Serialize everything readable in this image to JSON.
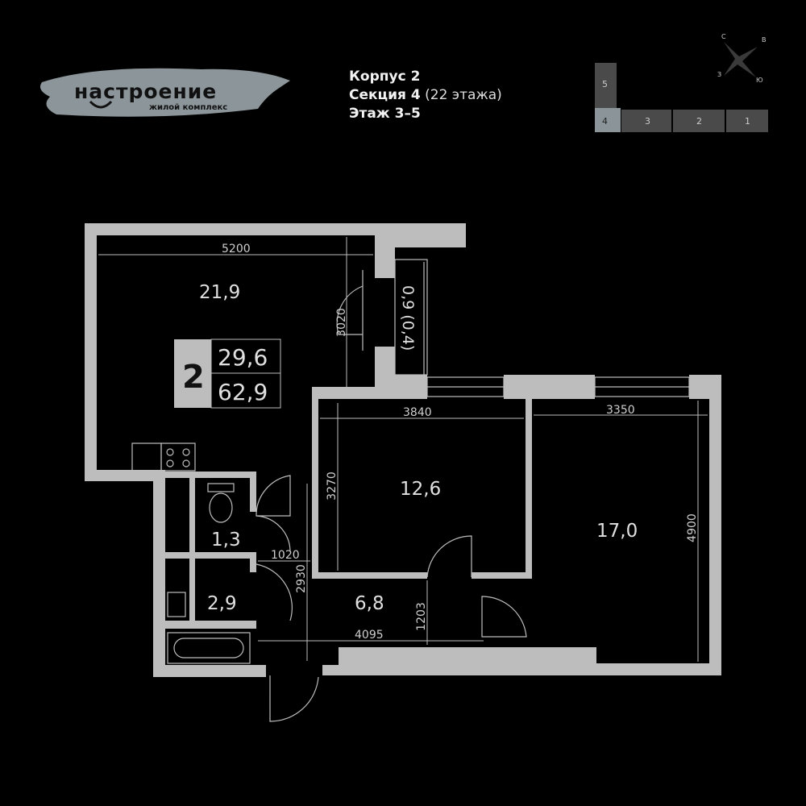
{
  "logo": {
    "name": "настроение",
    "subtitle": "жилой комплекс"
  },
  "building": {
    "korpus": "Корпус 2",
    "section": "Секция 4",
    "section_floors": "(22 этажа)",
    "floor": "Этаж 3–5"
  },
  "key_plan": {
    "sections": [
      "5",
      "4",
      "3",
      "2",
      "1"
    ],
    "highlighted": "4",
    "compass": {
      "n": "С",
      "e": "В",
      "w": "З",
      "s": "Ю"
    }
  },
  "apartment": {
    "rooms": "2",
    "living_area": "29,6",
    "total_area": "62,9"
  },
  "rooms": {
    "living": "21,9",
    "bedroom1": "12,6",
    "bedroom2": "17,0",
    "wc": "1,3",
    "bath": "2,9",
    "hall": "6,8",
    "balcony": "0,9 (0,4)"
  },
  "dimensions": {
    "d5200": "5200",
    "d3020": "3020",
    "d3840": "3840",
    "d3350": "3350",
    "d3270": "3270",
    "d4900": "4900",
    "d1020": "1020",
    "d2930": "2930",
    "d1203": "1203",
    "d4095": "4095"
  },
  "colors": {
    "wall": "#bdbdbd",
    "background": "#000000",
    "key_active": "#8a9499",
    "key_inactive": "#4a4a4a"
  }
}
